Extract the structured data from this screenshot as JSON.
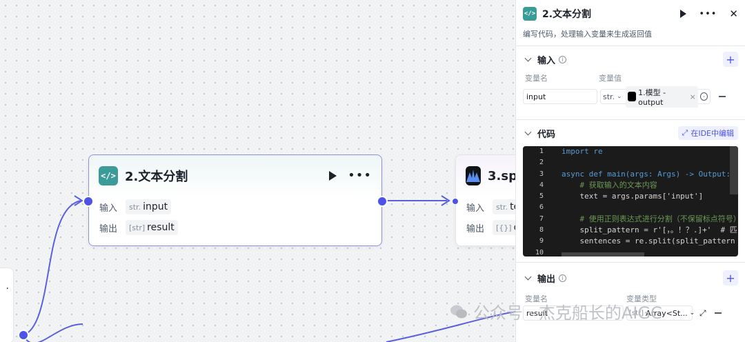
{
  "canvas": {
    "node2": {
      "title": "2.文本分割",
      "icon": "code-icon",
      "input_label": "输入",
      "input_type": "str.",
      "input_name": "input",
      "output_label": "输出",
      "output_type": "[str]",
      "output_name": "result"
    },
    "node3": {
      "title": "3.sp",
      "input_label": "输入",
      "input_type": "str.",
      "input_name": "te",
      "output_label": "输出",
      "output_type": "[{}]",
      "output_name": "o"
    },
    "left_stub": "·"
  },
  "panel": {
    "title": "2.文本分割",
    "description": "编写代码，处理输入变量来生成返回值",
    "input_section": {
      "title": "输入",
      "col_name": "变量名",
      "col_value": "变量值",
      "var_name": "input",
      "var_type": "str.",
      "ref_label": "1.模型 - output",
      "ref_close": "×"
    },
    "code_section": {
      "title": "代码",
      "ide_button": "在IDE中编辑",
      "lines": [
        {
          "n": "1",
          "code": "import re"
        },
        {
          "n": "2",
          "code": ""
        },
        {
          "n": "3",
          "code": "async def main(args: Args) -> Output:"
        },
        {
          "n": "4",
          "code": "    # 获取输入的文本内容"
        },
        {
          "n": "5",
          "code": "    text = args.params['input']"
        },
        {
          "n": "6",
          "code": ""
        },
        {
          "n": "7",
          "code": "    # 使用正则表达式进行分割（不保留标点符号）"
        },
        {
          "n": "8",
          "code": "    split_pattern = r'[，。！？.]+'  # 匹"
        },
        {
          "n": "9",
          "code": "    sentences = re.split(split_pattern"
        },
        {
          "n": "10",
          "code": ""
        }
      ]
    },
    "output_section": {
      "title": "输出",
      "col_name": "变量名",
      "col_type": "变量类型",
      "var_name": "result",
      "var_type": "[str]",
      "type_label": "Array<St..."
    }
  },
  "watermark": "公众号 · 杰克船长的AIGC"
}
